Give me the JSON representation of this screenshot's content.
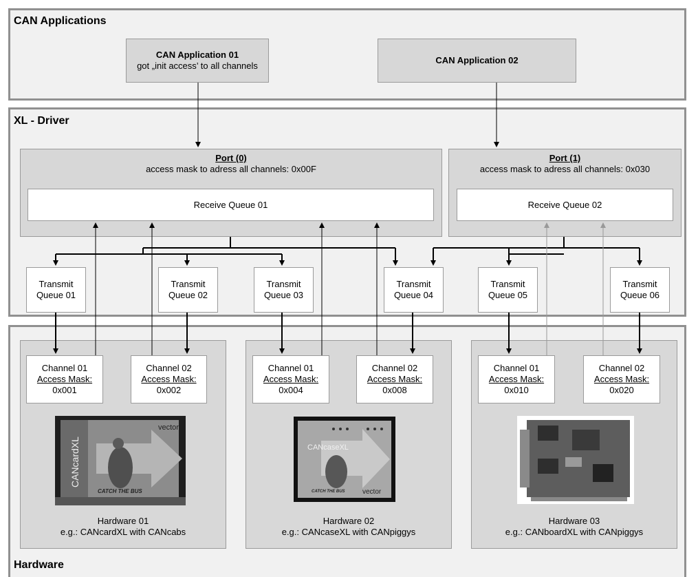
{
  "bands": {
    "applications": "CAN Applications",
    "driver": "XL - Driver",
    "hardware": "Hardware"
  },
  "apps": [
    {
      "title": "CAN Application 01",
      "subtitle": "got „init access’ to all channels"
    },
    {
      "title": "CAN Application 02",
      "subtitle": ""
    }
  ],
  "ports": [
    {
      "title": "Port (0)",
      "mask": "access mask to adress all channels: 0x00F",
      "queue": "Receive Queue 01"
    },
    {
      "title": "Port (1)",
      "mask": "access mask to adress all channels: 0x030",
      "queue": "Receive Queue 02"
    }
  ],
  "transmit_queues": [
    {
      "line1": "Transmit",
      "line2": "Queue 01"
    },
    {
      "line1": "Transmit",
      "line2": "Queue 02"
    },
    {
      "line1": "Transmit",
      "line2": "Queue 03"
    },
    {
      "line1": "Transmit",
      "line2": "Queue 04"
    },
    {
      "line1": "Transmit",
      "line2": "Queue 05"
    },
    {
      "line1": "Transmit",
      "line2": "Queue 06"
    }
  ],
  "channels": [
    {
      "name": "Channel 01",
      "mask_label": "Access Mask:",
      "mask": "0x001"
    },
    {
      "name": "Channel 02",
      "mask_label": "Access Mask:",
      "mask": "0x002"
    },
    {
      "name": "Channel 01",
      "mask_label": "Access Mask:",
      "mask": "0x004"
    },
    {
      "name": "Channel 02",
      "mask_label": "Access Mask:",
      "mask": "0x008"
    },
    {
      "name": "Channel 01",
      "mask_label": "Access Mask:",
      "mask": "0x010"
    },
    {
      "name": "Channel 02",
      "mask_label": "Access Mask:",
      "mask": "0x020"
    }
  ],
  "hardware": [
    {
      "name": "Hardware 01",
      "example": "e.g.: CANcardXL with CANcabs",
      "photo_text": "CANcardXL",
      "photo_brand": "vector",
      "photo_slogan": "CATCH THE BUS"
    },
    {
      "name": "Hardware 02",
      "example": "e.g.: CANcaseXL with CANpiggys",
      "photo_text": "CANcaseXL",
      "photo_brand": "vector",
      "photo_slogan": "CATCH THE BUS"
    },
    {
      "name": "Hardware 03",
      "example": "e.g.: CANboardXL with CANpiggys"
    }
  ],
  "colors": {
    "band_bg": "#f1f1f1",
    "band_border": "#909090",
    "box_grey": "#d7d7d7",
    "line_dark": "#000000",
    "line_light": "#999999"
  }
}
